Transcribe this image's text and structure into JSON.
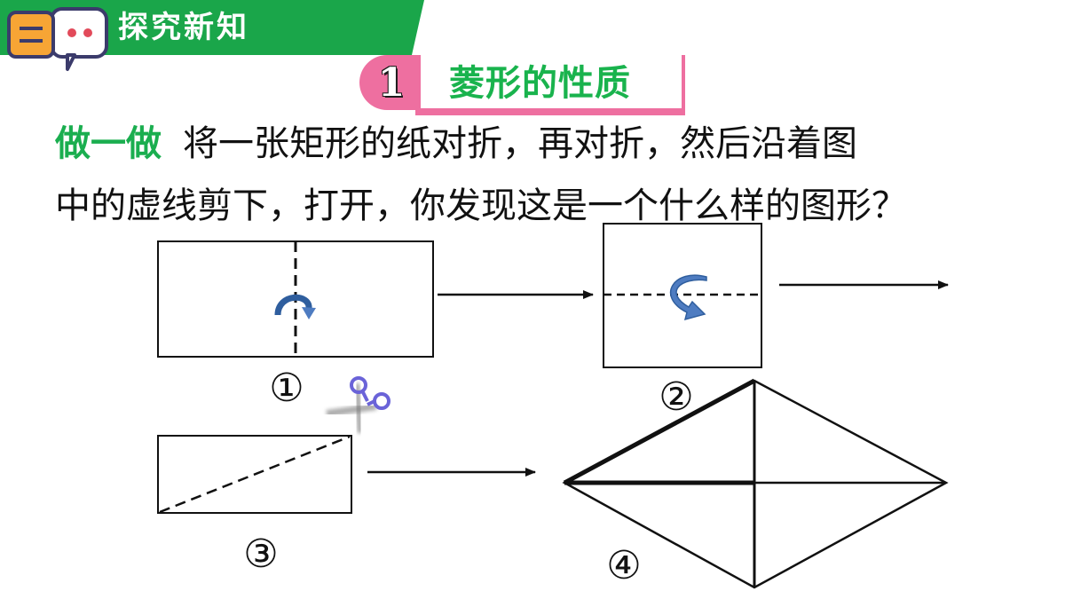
{
  "header": {
    "title": "探究新知",
    "icon": "chat-bubble-icon",
    "color": "#1aa64a"
  },
  "section": {
    "number": "1",
    "title": "菱形的性质",
    "banner_color": "#ee6fa0"
  },
  "instruction": {
    "lead": "做一做",
    "line1": "将一张矩形的纸对折，再对折，然后沿着图",
    "line2": "中的虚线剪下，打开，你发现这是一个什么样的图形？"
  },
  "steps": [
    "①",
    "②",
    "③",
    "④"
  ],
  "icons": {
    "fold_arrow": "fold-arrow-icon",
    "scissors": "scissors-icon"
  },
  "colors": {
    "arrow_blue": "#4e7cc1",
    "scissors": "#6a63d8"
  }
}
